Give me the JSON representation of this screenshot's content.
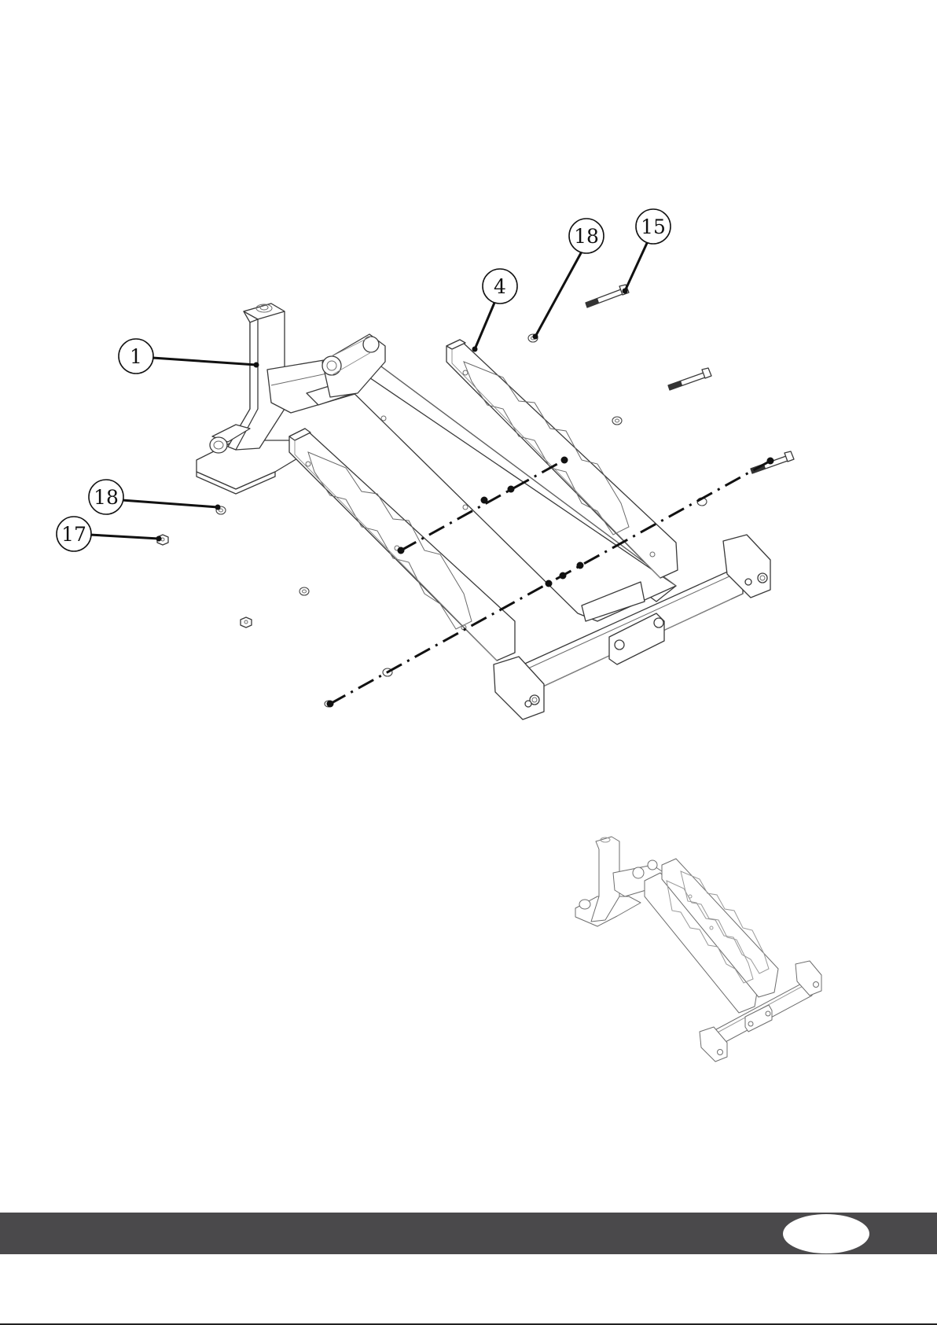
{
  "callouts": [
    {
      "id": "callout-1",
      "label": "1"
    },
    {
      "id": "callout-4",
      "label": "4"
    },
    {
      "id": "callout-18-top",
      "label": "18"
    },
    {
      "id": "callout-15",
      "label": "15"
    },
    {
      "id": "callout-18-left",
      "label": "18"
    },
    {
      "id": "callout-17",
      "label": "17"
    }
  ],
  "footer": {
    "page_number": ""
  }
}
